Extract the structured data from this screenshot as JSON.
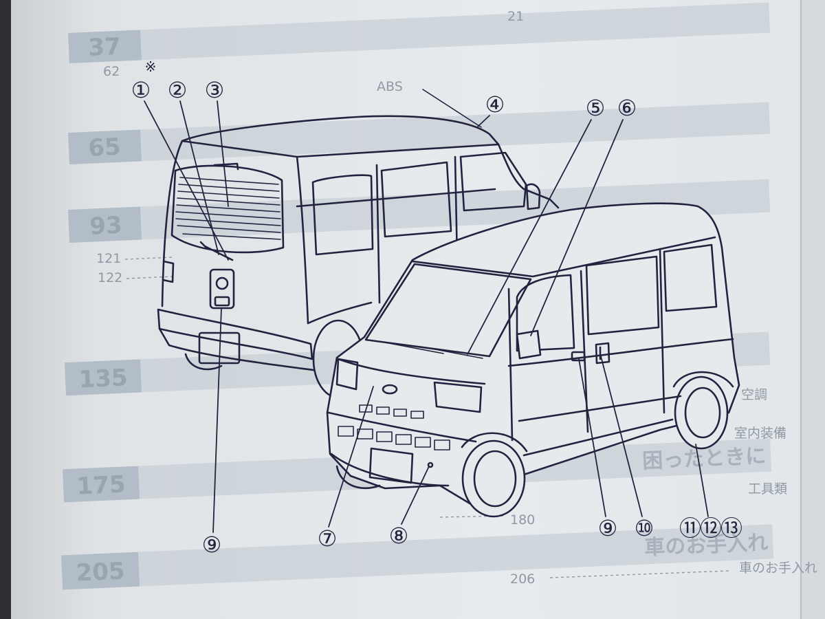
{
  "colors": {
    "ink": "#23233f",
    "paper": "#e7eaed",
    "tab": "#c7cfd6",
    "tab_box": "#b2bdc7",
    "faded": "#8e99a4"
  },
  "note_mark": "※",
  "callouts": {
    "c1": "①",
    "c2": "②",
    "c3": "③",
    "c4": "④",
    "c5": "⑤",
    "c6": "⑥",
    "c7": "⑦",
    "c8": "⑧",
    "c9_rear": "⑨",
    "c9_side": "⑨",
    "c10": "⑩",
    "c11": "⑪",
    "c12": "⑫",
    "c13": "⑬"
  },
  "section_tabs": [
    {
      "number": "37"
    },
    {
      "number": "65"
    },
    {
      "number": "93"
    },
    {
      "number": "135"
    },
    {
      "number": "175",
      "title": "困ったときに"
    },
    {
      "number": "205",
      "title": "車のお手入れ"
    }
  ],
  "index_entries": {
    "top_page": "21",
    "p62": "62",
    "abs": "ABS",
    "p121": "121",
    "p122": "122",
    "aircon": "空調",
    "interior": "室内装備",
    "tools": "工具類",
    "p180": "180",
    "care": "車のお手入れ",
    "p206": "206"
  }
}
